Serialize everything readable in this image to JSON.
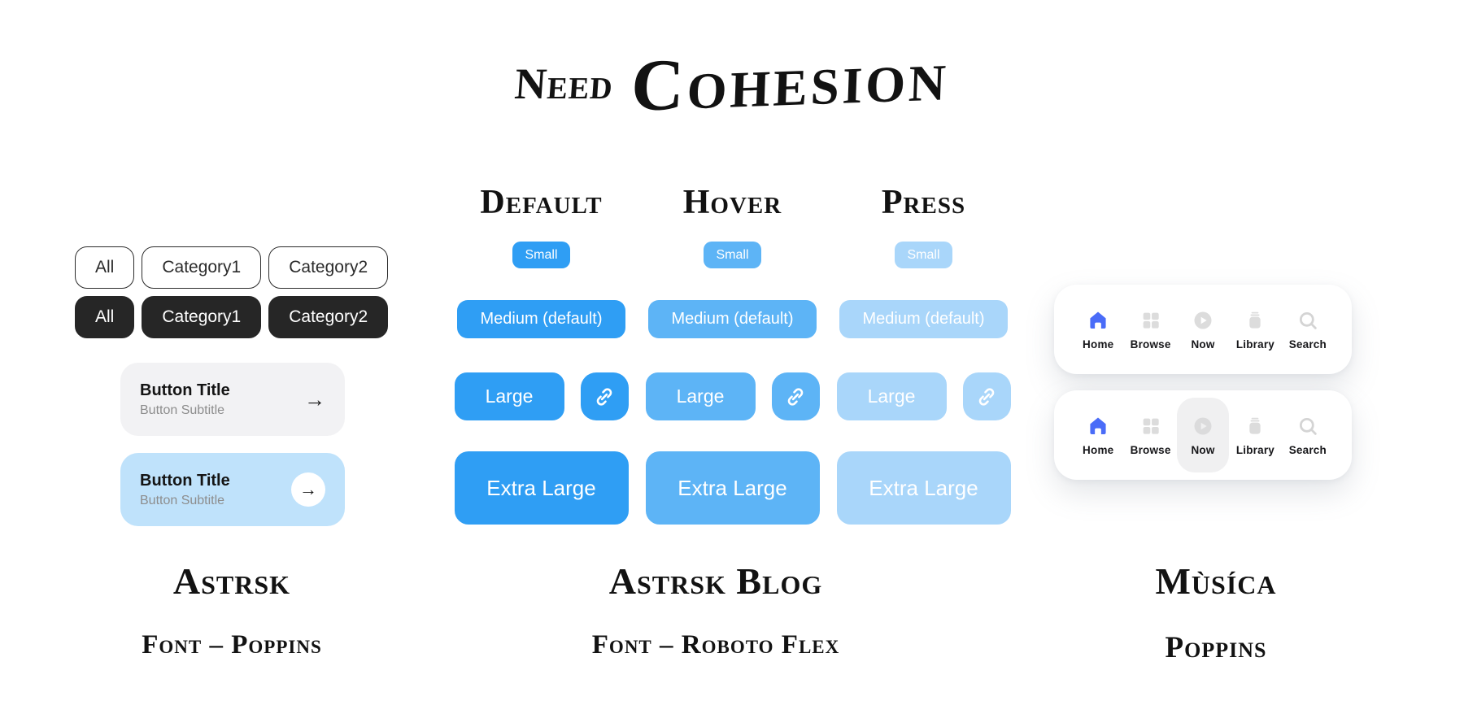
{
  "page": {
    "title_word1": "Need",
    "title_word2": "Cohesion"
  },
  "left": {
    "chips_outline": [
      "All",
      "Category1",
      "Category2"
    ],
    "chips_filled": [
      "All",
      "Category1",
      "Category2"
    ],
    "cards": [
      {
        "title": "Button Title",
        "subtitle": "Button Subtitle",
        "variant": "gray"
      },
      {
        "title": "Button Title",
        "subtitle": "Button Subtitle",
        "variant": "blue"
      }
    ],
    "arrow": "→",
    "footer": {
      "app": "Astrsk",
      "font": "Font – Poppins"
    }
  },
  "center": {
    "columns": [
      {
        "label": "Default"
      },
      {
        "label": "Hover"
      },
      {
        "label": "Press"
      }
    ],
    "buttons": {
      "small": "Small",
      "medium": "Medium (default)",
      "large": "Large",
      "extra_large": "Extra Large"
    },
    "footer": {
      "app": "Astrsk Blog",
      "font": "Font – Roboto Flex"
    }
  },
  "right": {
    "nav_items": [
      {
        "label": "Home",
        "icon": "home-icon",
        "active": true
      },
      {
        "label": "Browse",
        "icon": "browse-grid-icon",
        "active": false
      },
      {
        "label": "Now",
        "icon": "play-circle-icon",
        "active": false
      },
      {
        "label": "Library",
        "icon": "library-icon",
        "active": false
      },
      {
        "label": "Search",
        "icon": "search-icon",
        "active": false
      }
    ],
    "bar2_pressed_item": "Now",
    "footer": {
      "app": "Mùsíca",
      "font": "Poppins"
    }
  },
  "colors": {
    "accent_default": "#2F9EF4",
    "accent_hover": "#5DB4F6",
    "accent_press": "#A9D6FA",
    "chip_dark": "#262626",
    "card_gray": "#F2F2F4",
    "card_blue": "#BFE2FB",
    "nav_home_blue": "#4A6CF8",
    "nav_inactive_gray": "#DCDCDC"
  }
}
